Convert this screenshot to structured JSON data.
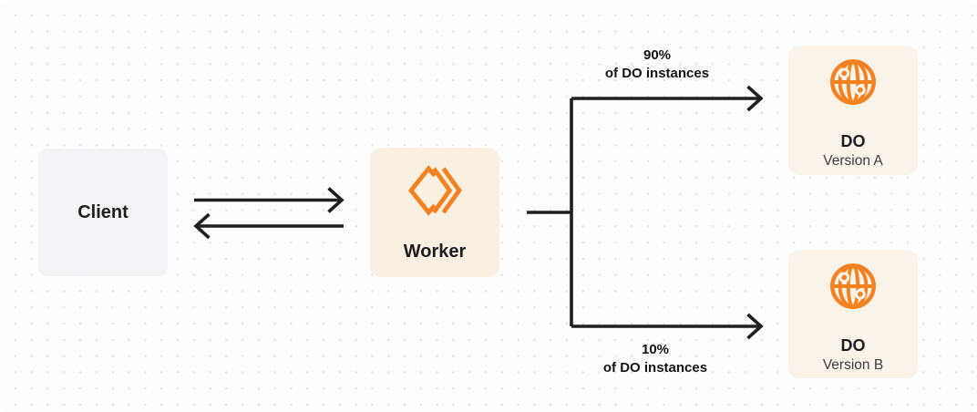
{
  "colors": {
    "accent": "#F48120",
    "line": "#1F1F1F",
    "canvas_bg": "#FDFDFE",
    "dot": "#E5E5E9",
    "client_bg": "#F4F4F6",
    "worker_bg": "#FAF0E2",
    "do_bg": "#FAF3EA",
    "text_dark": "#1E1E20",
    "text_sub": "#3C3C3E",
    "label_text": "#141414"
  },
  "nodes": {
    "client": {
      "label": "Client"
    },
    "worker": {
      "label": "Worker",
      "icon": "workers-icon"
    },
    "do_version_a": {
      "title": "DO",
      "subtitle": "Version A",
      "icon": "globe-icon"
    },
    "do_version_b": {
      "title": "DO",
      "subtitle": "Version B",
      "icon": "globe-icon"
    }
  },
  "edges": {
    "client_worker": {
      "direction": "bidirectional"
    },
    "top_branch_label": {
      "line1": "90%",
      "line2": "of DO instances"
    },
    "bottom_branch_label": {
      "line1": "10%",
      "line2": "of DO instances"
    }
  }
}
